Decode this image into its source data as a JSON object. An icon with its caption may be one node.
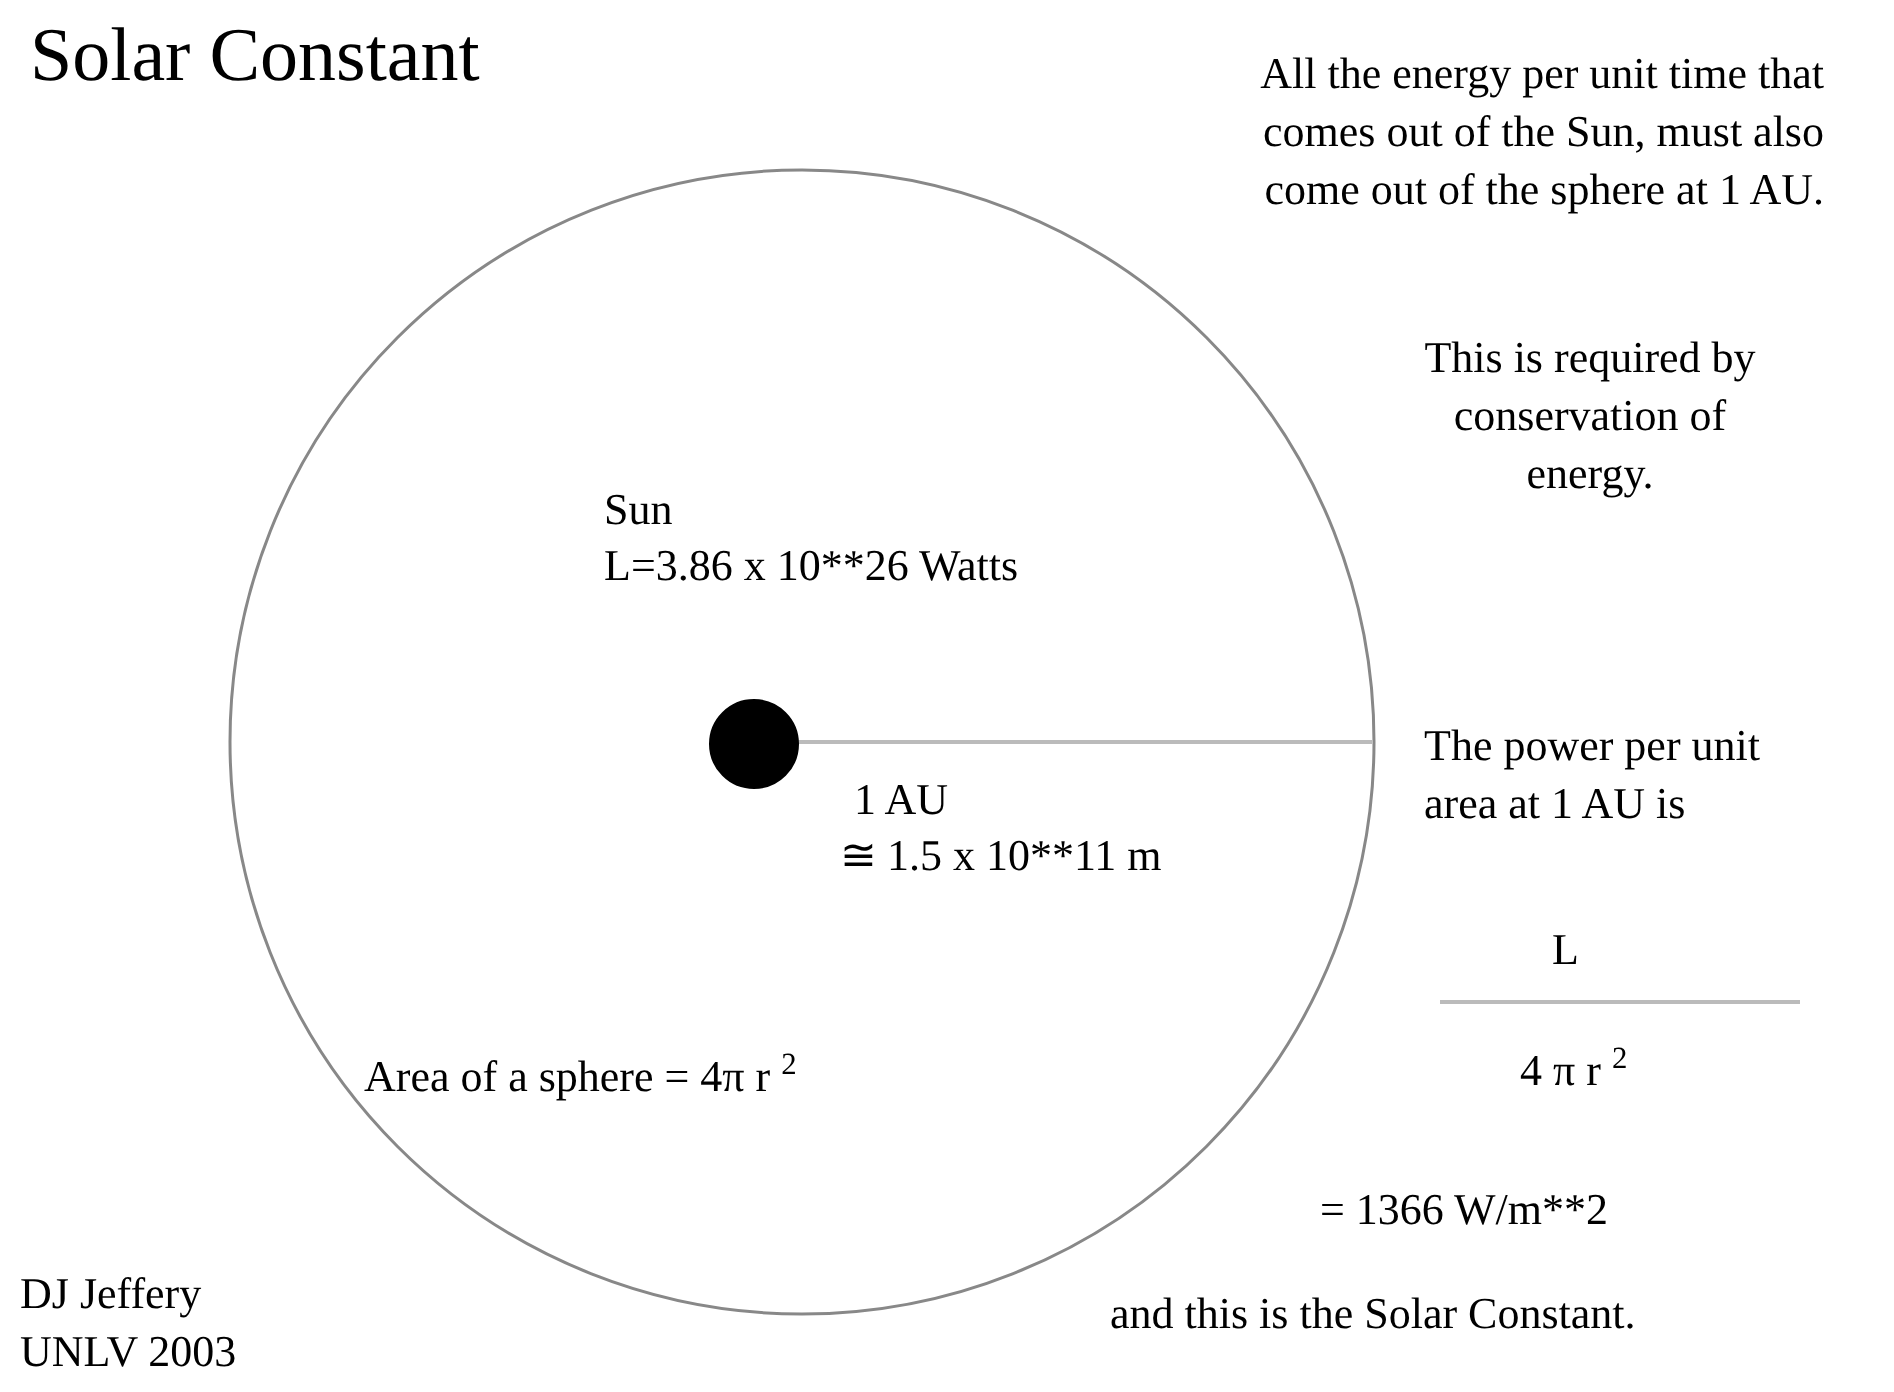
{
  "diagram": {
    "title": "Solar Constant",
    "nodes": [
      {
        "text": [],
        "shape": "circle"
      },
      {
        "text": [],
        "shape": "circle",
        "in": 0
      }
    ],
    "labels": [
      "All the energy per unit time that comes out of the Sun, must also come out of the sphere at 1 AU.",
      "This is required by conservation of energy.",
      "Sun",
      "L=3.86 x 10**26 Watts",
      "1 AU",
      "≅ 1.5 x 10**11 m",
      "Area of a sphere = 4π r $^{2}$",
      "The power per unit area at 1 AU is",
      "L",
      "4 π r $^{2}$",
      "= 1366 W/m**2",
      "and this is the Solar Constant.",
      "DJ Jeffery",
      "UNLV 2003"
    ]
  }
}
